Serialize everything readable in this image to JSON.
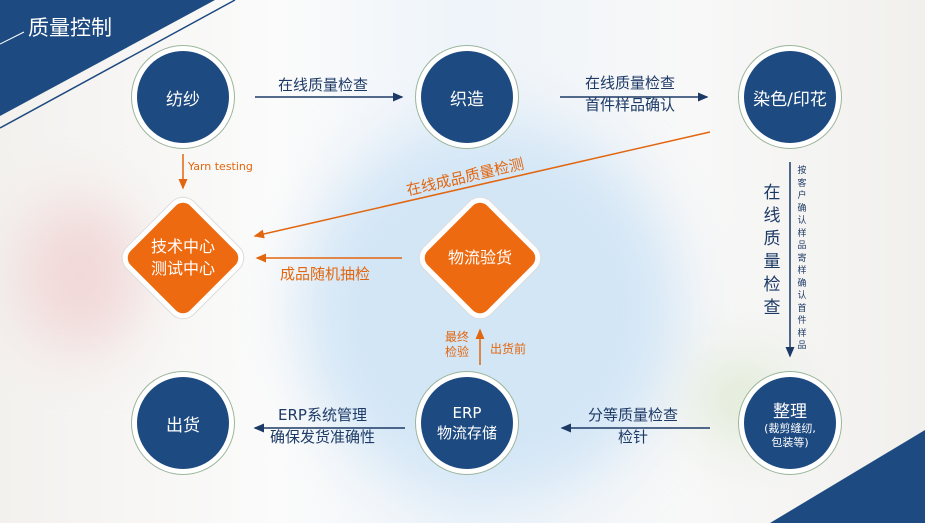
{
  "title": "质量控制",
  "nodes": {
    "spinning": "纺纱",
    "weaving": "织造",
    "dyeing": "染色/印花",
    "finishing": "整理",
    "finishing_sub1": "(裁剪缝纫,",
    "finishing_sub2": "包装等)",
    "erp_l1": "ERP",
    "erp_l2": "物流存储",
    "shipping": "出货",
    "tech_l1": "技术中心",
    "tech_l2": "测试中心",
    "logistics": "物流验货"
  },
  "labels": {
    "inline1": "在线质量检查",
    "inline2_l1": "在线质量检查",
    "inline2_l2": "首件样品确认",
    "vertical": "在线质量检查",
    "vertical_small": "按客户确认样品寄样确认首件样品",
    "grading_l1": "分等质量检查",
    "grading_l2": "检针",
    "erp_l1": "ERP系统管理",
    "erp_l2": "确保发货准确性",
    "yarn": "Yarn testing",
    "finished_inline": "在线成品质量检测",
    "random": "成品随机抽检",
    "final": "最终检验",
    "before_ship": "出货前"
  },
  "colors": {
    "navy": "#1d4a80",
    "orange": "#ee6a10"
  }
}
